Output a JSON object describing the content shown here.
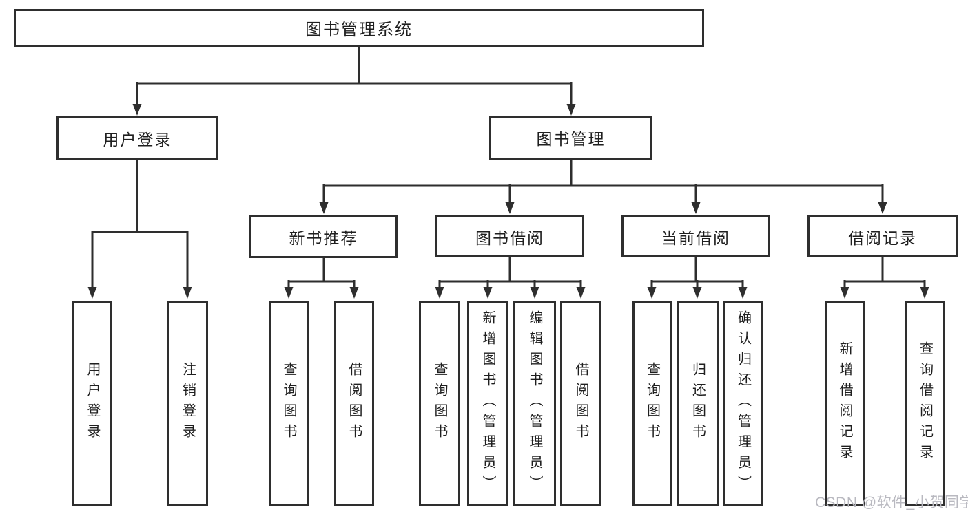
{
  "tree": {
    "root": {
      "label": "图书管理系统"
    },
    "level1": [
      {
        "label": "用户登录",
        "children": [
          "用户登录",
          "注销登录"
        ]
      },
      {
        "label": "图书管理"
      }
    ],
    "level2": [
      {
        "label": "新书推荐",
        "children": [
          "查询图书",
          "借阅图书"
        ]
      },
      {
        "label": "图书借阅",
        "children": [
          "查询图书",
          "新增图书（管理员）",
          "编辑图书（管理员）",
          "借阅图书"
        ]
      },
      {
        "label": "当前借阅",
        "children": [
          "查询图书",
          "归还图书",
          "确认归还（管理员）"
        ]
      },
      {
        "label": "借阅记录",
        "children": [
          "新增借阅记录",
          "查询借阅记录"
        ]
      }
    ]
  },
  "watermark": "CSDN @软件_小贺同学",
  "colors": {
    "line": "#2e2e2e",
    "text": "#1f1f1f",
    "watermark": "#b9b9c0",
    "background": "#ffffff"
  }
}
